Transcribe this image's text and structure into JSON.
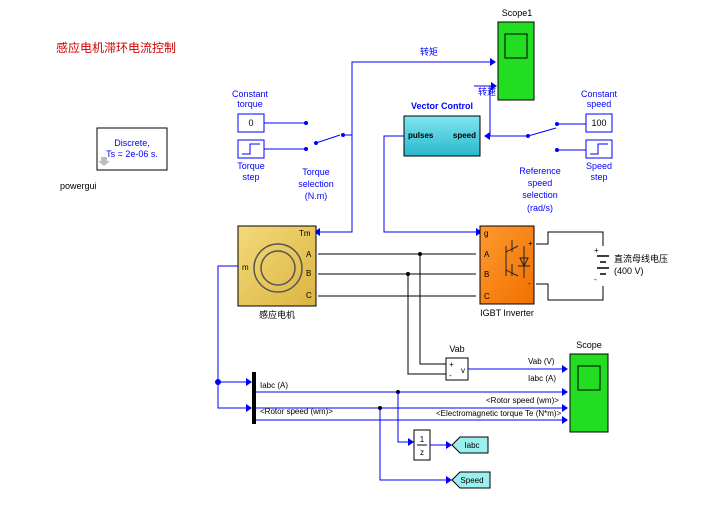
{
  "title": "感应电机滞环电流控制",
  "powergui": {
    "line1": "Discrete,",
    "line2": "Ts = 2e-06 s.",
    "label": "powergui"
  },
  "constant_torque": {
    "label_line1": "Constant",
    "label_line2": "torque",
    "value": "0"
  },
  "torque_step": {
    "label_line1": "Torque",
    "label_line2": "step"
  },
  "torque_selection": {
    "line1": "Torque",
    "line2": "selection",
    "line3": "(N.m)"
  },
  "scope1": {
    "label": "Scope1"
  },
  "signal_torque": "转矩",
  "signal_speed": "转速",
  "vector_control": {
    "title": "Vector Control",
    "port_pulses": "pulses",
    "port_speed": "speed"
  },
  "constant_speed": {
    "label_line1": "Constant",
    "label_line2": "speed",
    "value": "100"
  },
  "speed_step": {
    "label_line1": "Speed",
    "label_line2": "step"
  },
  "reference_speed": {
    "line1": "Reference",
    "line2": "speed",
    "line3": "selection",
    "line4": "(rad/s)"
  },
  "motor": {
    "label": "感应电机",
    "port_tm": "Tm",
    "port_m": "m",
    "port_a": "A",
    "port_b": "B",
    "port_c": "C"
  },
  "inverter": {
    "label": "IGBT Inverter",
    "port_g": "g",
    "port_a": "A",
    "port_b": "B",
    "port_c": "C",
    "port_plus": "+",
    "port_minus": "-"
  },
  "dc_source": {
    "line1": "直流母线电压",
    "line2": "(400 V)",
    "plus": "+",
    "minus": "-"
  },
  "vab": {
    "label": "Vab",
    "plus": "+",
    "minus": "-",
    "v": "v"
  },
  "scope": {
    "label": "Scope"
  },
  "signals": {
    "vab_v": "Vab (V)",
    "iabc_a": "Iabc (A)",
    "rotor_speed": "<Rotor speed (wm)>",
    "em_torque": "<Electromagnetic torque Te (N*m)>",
    "bus_iabc": "Iabc (A)",
    "bus_rotor": "<Rotor speed (wm)>"
  },
  "gain": {
    "num": "1",
    "den": "z"
  },
  "goto_iabc": "Iabc",
  "goto_speed": "Speed",
  "colors": {
    "scope_green": "#22dd22",
    "vector_cyan": "#44ccdd",
    "motor_yellow": "#e8c850",
    "inverter_orange": "#ff7f00",
    "goto_cyan": "#99f0ee",
    "wire_blue": "#0000ff",
    "title_red": "#d00000"
  }
}
